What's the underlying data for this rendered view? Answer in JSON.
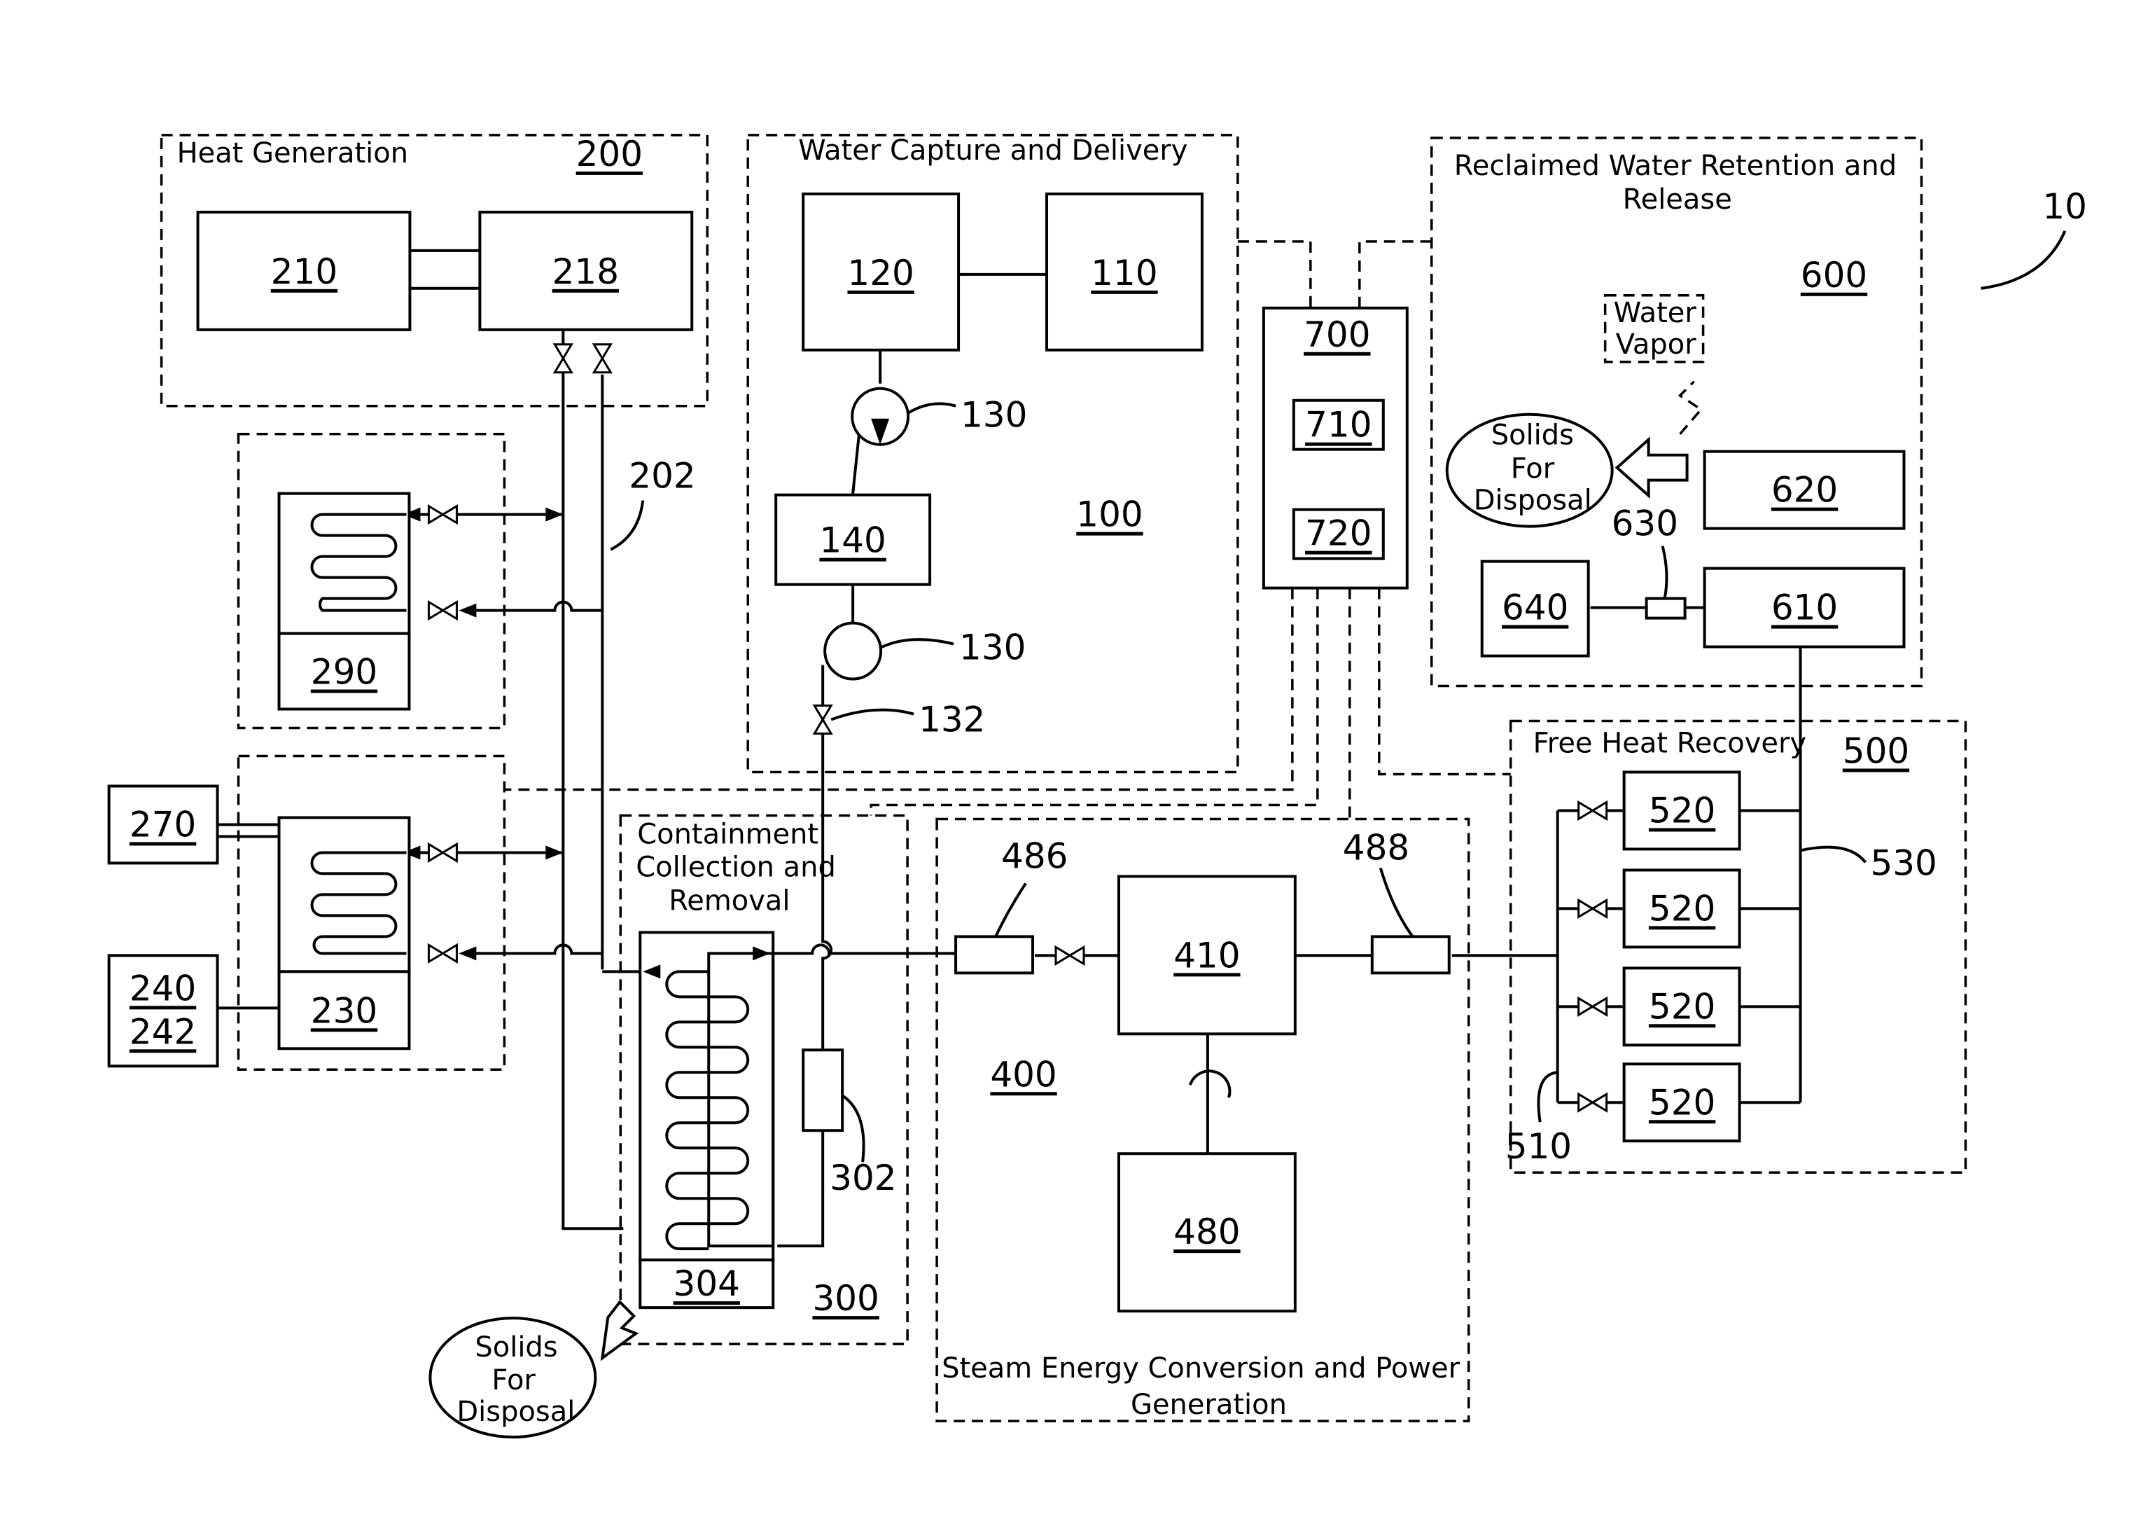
{
  "ref_numbers": {
    "system": "10",
    "water_capture_group": "100",
    "pump_a": "130",
    "pump_b": "130",
    "valve_132": "132",
    "heat_gen_group": "200",
    "line_202": "202",
    "containment_group": "300",
    "separator_302": "302",
    "steam_group": "400",
    "inlet_486": "486",
    "outlet_488": "488",
    "free_heat_group": "500",
    "manifold_510": "510",
    "return_530": "530",
    "reclaimed_group": "600",
    "filter_630": "630"
  },
  "boxes": {
    "b210": "210",
    "b218": "218",
    "b120": "120",
    "b110": "110",
    "b140": "140",
    "b290": "290",
    "b270": "270",
    "b240": "240",
    "b242": "242",
    "b230": "230",
    "b304": "304",
    "b410": "410",
    "b480": "480",
    "b700": "700",
    "b710": "710",
    "b720": "720",
    "b620": "620",
    "b610": "610",
    "b640": "640",
    "b520_1": "520",
    "b520_2": "520",
    "b520_3": "520",
    "b520_4": "520"
  },
  "captions": {
    "heat_generation": "Heat Generation",
    "water_capture": "Water Capture and Delivery",
    "reclaimed_line1": "Reclaimed Water Retention and",
    "reclaimed_line2": "Release",
    "water_vapor_1": "Water",
    "water_vapor_2": "Vapor",
    "solids_r_1": "Solids",
    "solids_r_2": "For",
    "solids_r_3": "Disposal",
    "solids_l_1": "Solids",
    "solids_l_2": "For",
    "solids_l_3": "Disposal",
    "free_heat": "Free Heat Recovery",
    "containment_1": "Containment",
    "containment_2": "Collection and",
    "containment_3": "Removal",
    "steam_1": "Steam Energy Conversion and Power",
    "steam_2": "Generation"
  }
}
